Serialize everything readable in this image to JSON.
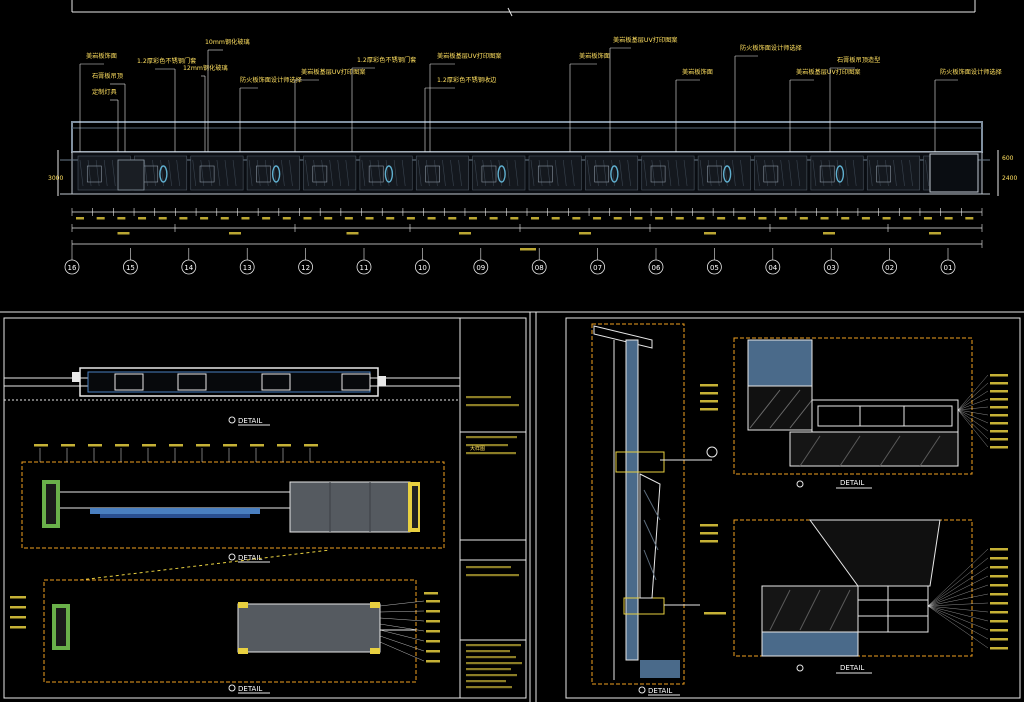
{
  "colors": {
    "background": "#000000",
    "line_white": "#e8e8e8",
    "line_orange": "#f0a020",
    "line_yellow": "#e8d040",
    "line_blue": "#4a7fc0",
    "line_cyan": "#60b0d0",
    "line_green": "#6ab04a",
    "text_yellow": "#ffe060",
    "text_white": "#ffffff",
    "fill_gray": "#555a60",
    "fill_slate": "#4a6a8a"
  },
  "elevation": {
    "callouts": [
      {
        "label": "美岩板饰面"
      },
      {
        "label": "石膏板吊顶"
      },
      {
        "label": "定制灯具"
      },
      {
        "label": "1.2厚彩色不锈钢门套"
      },
      {
        "label": "12mm钢化玻璃"
      },
      {
        "label": "10mm钢化玻璃"
      },
      {
        "label": "防火板饰面设计师选择"
      },
      {
        "label": "美岩板基层UV打印图案"
      },
      {
        "label": "1.2厚彩色不锈钢门套"
      },
      {
        "label": "美岩板基层UV打印图案"
      },
      {
        "label": "1.2厚彩色不锈钢收边"
      },
      {
        "label": "美岩板饰面"
      },
      {
        "label": "美岩板基层UV打印图案"
      },
      {
        "label": "美岩板饰面"
      },
      {
        "label": "防火板饰面设计师选择"
      },
      {
        "label": "美岩板基层UV打印图案"
      },
      {
        "label": "石膏板吊顶造型"
      },
      {
        "label": "防火板饰面设计师选择"
      }
    ],
    "grid_labels": [
      "16",
      "15",
      "14",
      "13",
      "12",
      "11",
      "10",
      "09",
      "08",
      "07",
      "06",
      "05",
      "04",
      "03",
      "02",
      "01"
    ]
  },
  "details": {
    "detail_label": "DETAIL",
    "title_block_text": "大样图"
  }
}
